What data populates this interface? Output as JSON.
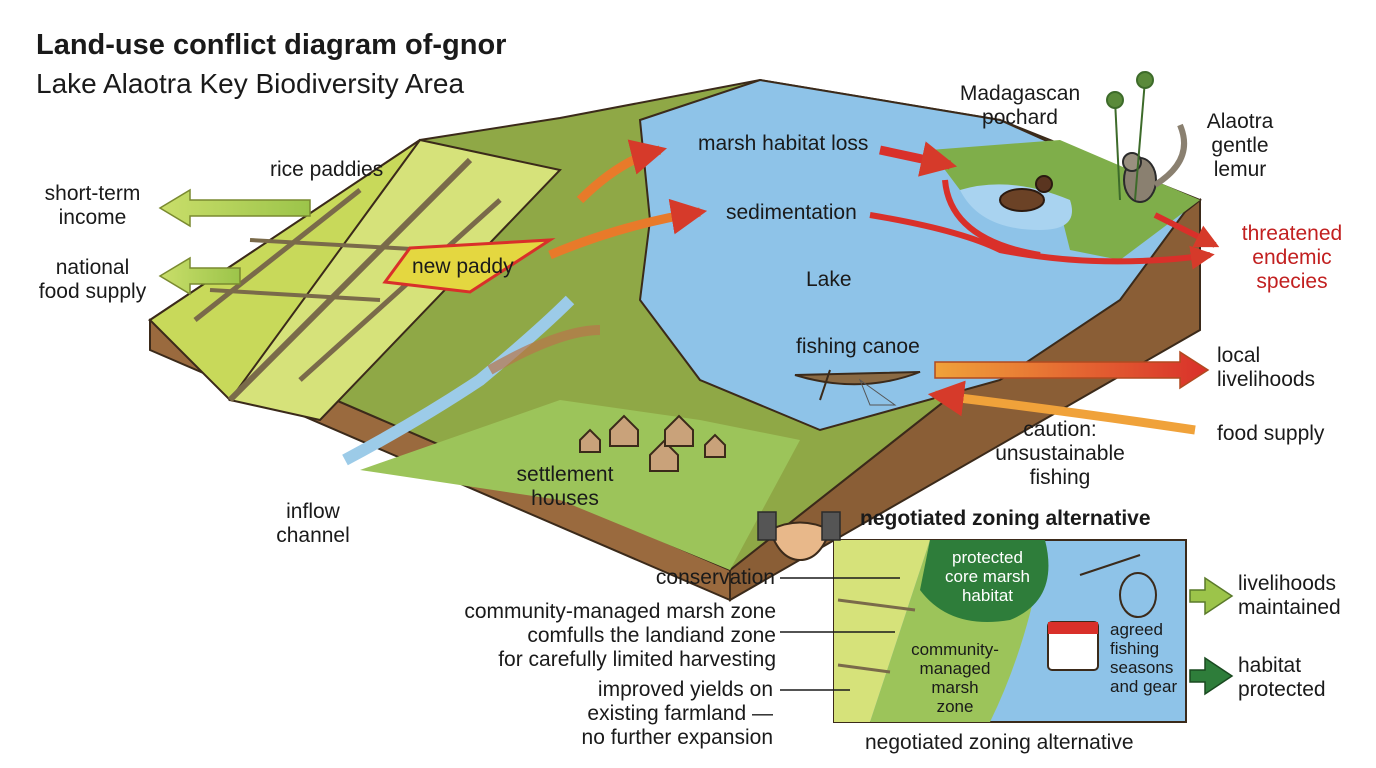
{
  "title": "Land-use conflict diagram of-gnor",
  "subtitle": "Lake Alaotra Key Biodiversity Area",
  "landscape": {
    "rice_paddies": "rice paddies",
    "new_paddy": "new paddy",
    "inflow_channel": [
      "inflow",
      "channel"
    ],
    "settlement_houses": [
      "settlement",
      "houses"
    ],
    "lake": "Lake",
    "marsh_habitat_loss": "marsh habitat loss",
    "sedimentation": "sedimentation",
    "fishing_canoe": "fishing canoe",
    "caution": [
      "caution:",
      "unsustainable",
      "fishing"
    ],
    "madagascan_pochard": [
      "Madagascan",
      "pochard"
    ],
    "alaotra_lemur": [
      "Alaotra",
      "gentle",
      "lemur"
    ]
  },
  "outcomes_left": {
    "short_term_income": [
      "short-term",
      "income"
    ],
    "national_food_supply": [
      "national",
      "food supply"
    ]
  },
  "outcomes_right": {
    "threatened_species": [
      "threatened",
      "endemic",
      "species"
    ],
    "local_livelihoods": [
      "local",
      "livelihoods"
    ],
    "food_supply": "food supply"
  },
  "zoning": {
    "heading": "negotiated zoning alternative",
    "caption": "negotiated zoning alternative",
    "protected_core": [
      "protected",
      "core marsh",
      "habitat"
    ],
    "community_zone": [
      "community-",
      "managed",
      "marsh",
      "zone"
    ],
    "agreed_fishing": [
      "agreed",
      "fishing",
      "seasons",
      "and gear"
    ],
    "callout_conservation": "conservation",
    "callout_community": [
      "community-managed marsh zone",
      "comfulls the landiand zone",
      "for carefully limited harvesting"
    ],
    "callout_yields": [
      "improved yields on",
      "existing farmland —",
      "no further expansion"
    ],
    "livelihoods_maintained": [
      "livelihoods",
      "maintained"
    ],
    "habitat_protected": [
      "habitat",
      "protected"
    ]
  },
  "colors": {
    "lake": "#8ec3e8",
    "marsh": "#8fa846",
    "paddy": "#d6e27a",
    "threat_red": "#c22020",
    "soil": "#9a6a3e"
  }
}
